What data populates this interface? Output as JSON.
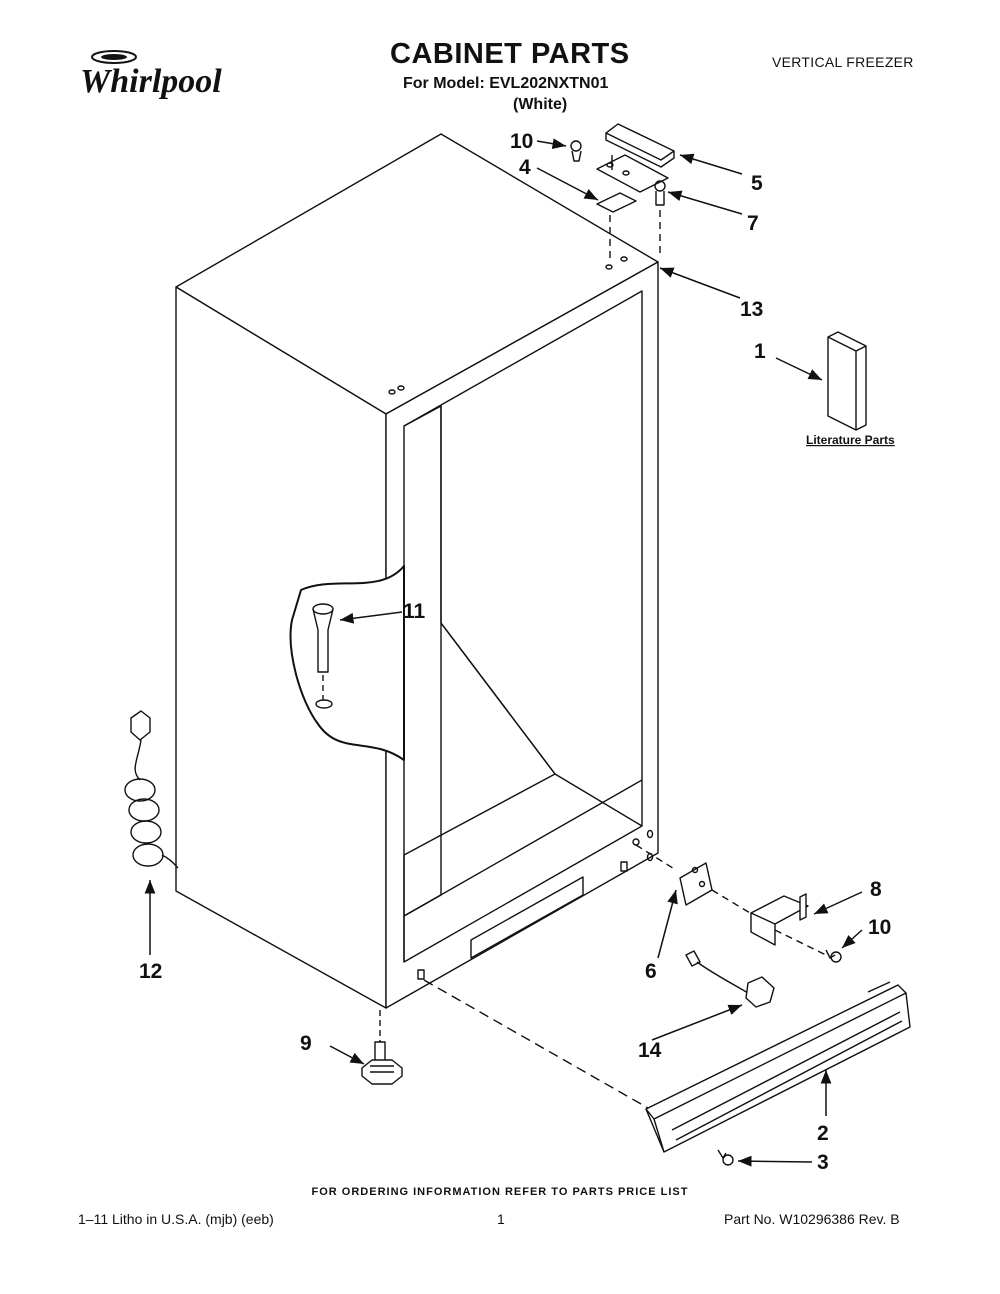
{
  "brand": "Whirlpool",
  "header": {
    "title": "CABINET PARTS",
    "model_line": "For Model: EVL202NXTN01",
    "color_line": "(White)",
    "product_type": "VERTICAL FREEZER"
  },
  "callouts": [
    {
      "id": "c1",
      "label": "1"
    },
    {
      "id": "c2",
      "label": "2"
    },
    {
      "id": "c3",
      "label": "3"
    },
    {
      "id": "c4",
      "label": "4"
    },
    {
      "id": "c5",
      "label": "5"
    },
    {
      "id": "c6",
      "label": "6"
    },
    {
      "id": "c7",
      "label": "7"
    },
    {
      "id": "c8",
      "label": "8"
    },
    {
      "id": "c9",
      "label": "9"
    },
    {
      "id": "c10a",
      "label": "10"
    },
    {
      "id": "c10b",
      "label": "10"
    },
    {
      "id": "c11",
      "label": "11"
    },
    {
      "id": "c12",
      "label": "12"
    },
    {
      "id": "c13",
      "label": "13"
    },
    {
      "id": "c14",
      "label": "14"
    }
  ],
  "literature_label": "Literature Parts",
  "footer": {
    "ordering_note": "FOR ORDERING INFORMATION REFER TO PARTS PRICE LIST",
    "litho": "1–11 Litho in U.S.A. (mjb) (eeb)",
    "page_number": "1",
    "part_number": "Part No. W10296386 Rev. B"
  }
}
